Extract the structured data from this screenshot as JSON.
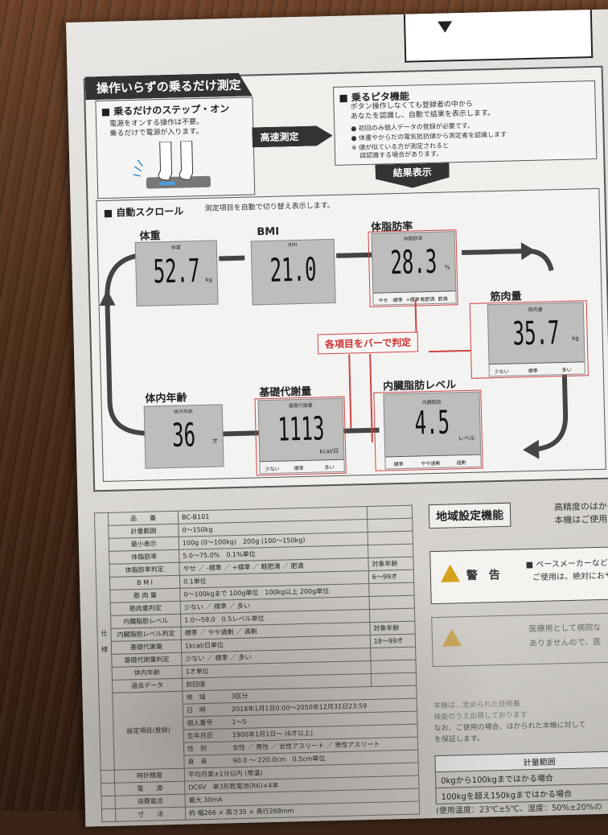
{
  "panel": {
    "title": "操作いらずの乗るだけ測定",
    "step_on": {
      "title": "■ 乗るだけのステップ・オン",
      "desc1": "電源をオンする操作は不要。",
      "desc2": "乗るだけで電源が入ります。"
    },
    "fast_label": "高速測定",
    "fit": {
      "title": "■ 乗るピタ機能",
      "desc1": "ボタン操作しなくても登録者の中から",
      "desc2": "あなたを認識し、自動で結果を表示します。",
      "note1": "● 初回のみ個人データの登録が必要です。",
      "note2": "● 体重やからだの電気抵抗値から測定者を認識します",
      "note3": "※ 値が似ている方が測定されると",
      "note4": "誤認識する場合があります。"
    },
    "result_label": "結果表示",
    "scroll": {
      "title": "■ 自動スクロール",
      "desc": "測定項目を自動で切り替え表示します。"
    },
    "judge_note": "各項目をバーで判定"
  },
  "metrics": {
    "weight": {
      "label": "体重",
      "lcd_label": "体重",
      "value": "52.7",
      "unit": "kg"
    },
    "bmi": {
      "label": "BMI",
      "lcd_label": "BMI",
      "value": "21.0",
      "unit": ""
    },
    "fat": {
      "label": "体脂肪率",
      "lcd_label": "体脂肪率",
      "value": "28.3",
      "unit": "%",
      "bar": [
        "やせ",
        "-標準",
        "+標準",
        "軽肥満",
        "肥満"
      ]
    },
    "muscle": {
      "label": "筋肉量",
      "lcd_label": "筋肉量",
      "value": "35.7",
      "unit": "kg",
      "bar": [
        "少ない",
        "標準",
        "多い"
      ]
    },
    "visceral": {
      "label": "内臓脂肪レベル",
      "lcd_label": "内臓脂肪",
      "value": "4.5",
      "unit": "レベル",
      "bar": [
        "標準",
        "やや過剰",
        "過剰"
      ]
    },
    "bmr": {
      "label": "基礎代謝量",
      "lcd_label": "基礎代謝量",
      "value": "1113",
      "unit": "kcal/日",
      "bar": [
        "少ない",
        "標準",
        "多い"
      ]
    },
    "age": {
      "label": "体内年齢",
      "lcd_label": "体内年齢",
      "value": "36",
      "unit": "才"
    }
  },
  "spec": {
    "side_label_1": "仕",
    "side_label_2": "様",
    "rows": [
      {
        "k": "品　　番",
        "v": "BC-B101",
        "note": ""
      },
      {
        "k": "計量範囲",
        "v": "0〜150kg",
        "note": ""
      },
      {
        "k": "最小表示",
        "v": "100g (0〜100kg)　200g (100〜150kg)",
        "note": ""
      },
      {
        "k": "体脂肪率",
        "v": "5.0〜75.0%　0.1%単位",
        "note": ""
      },
      {
        "k": "体脂肪率判定",
        "v": "やせ ／ -標準 ／ +標準 ／ 軽肥満 ／ 肥満",
        "note": "対象年齢"
      },
      {
        "k": "B M I",
        "v": "0.1単位",
        "note": "6〜99才"
      },
      {
        "k": "筋 肉 量",
        "v": "0〜100kgまで 100g単位　100kg以上 200g単位",
        "note": ""
      },
      {
        "k": "筋肉量判定",
        "v": "少ない ／ 標準 ／ 多い",
        "note": ""
      },
      {
        "k": "内臓脂肪レベル",
        "v": "1.0〜59.0　0.5レベル単位",
        "note": ""
      },
      {
        "k": "内臓脂肪レベル判定",
        "v": "標準 ／ やや過剰 ／ 過剰",
        "note": "対象年齢"
      },
      {
        "k": "基礎代謝量",
        "v": "1kcal/日単位",
        "note": "18〜99才"
      },
      {
        "k": "基礎代謝量判定",
        "v": "少ない ／ 標準 ／ 多い",
        "note": ""
      },
      {
        "k": "体内年齢",
        "v": "1才単位",
        "note": ""
      },
      {
        "k": "過去データ",
        "v": "前回値",
        "note": ""
      }
    ],
    "settings_label": "設定項目(登録)",
    "settings": [
      {
        "k": "地　域",
        "v": "3区分"
      },
      {
        "k": "日　時",
        "v": "2018年1月1日0:00〜2050年12月31日23:59"
      },
      {
        "k": "個人番号",
        "v": "1〜5"
      },
      {
        "k": "生年月日",
        "v": "1900年1月1日〜 (6才以上)"
      },
      {
        "k": "性　別",
        "v": "女性 ／ 男性 ／ 女性アスリート ／ 男性アスリート"
      },
      {
        "k": "身　長",
        "v": "90.0 〜 220.0cm　0.5cm単位"
      }
    ],
    "tail": [
      {
        "k": "時計精度",
        "v": "平均月差±1分以内 (常温)"
      },
      {
        "k": "電　　源",
        "v": "DC6V　単3形乾電池(R6)×4本"
      },
      {
        "k": "消費電流",
        "v": "最大 30mA"
      },
      {
        "k": "寸　　法",
        "v": "約 幅266 × 高さ35 × 奥行268mm"
      }
    ]
  },
  "right": {
    "title": "地域設定機能",
    "intro1": "高精度のはかり",
    "intro2": "本機はご使用に",
    "warn_label": "警　告",
    "warn1": "■ ペースメーカーなど医",
    "warn2": "ご使用は、絶対におや",
    "caution1": "医療用として病院な",
    "caution2": "ありませんので、医",
    "para1": "本機は…定められた技術基",
    "para2": "検査のうえ出荷しております",
    "para3": "なお、ご使用の場合、はかられた本機に対して",
    "para4": "を保証します。",
    "calc_title": "計量範囲",
    "calc_row1": "0kgから100kgまではかる場合",
    "calc_row2": "100kgを超え150kgまではかる場合",
    "footer": "(使用温度：23℃±5℃、湿度：50%±20%の"
  }
}
